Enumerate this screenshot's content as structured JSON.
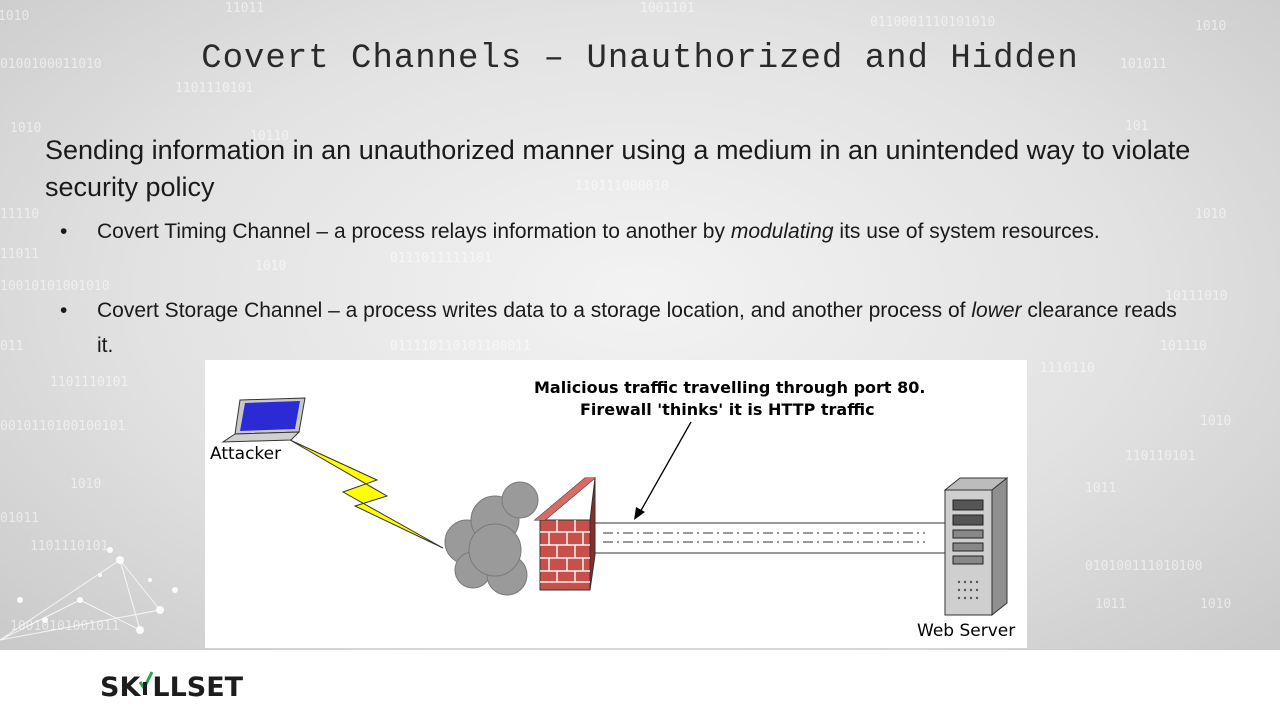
{
  "slide": {
    "title": "Covert Channels – Unauthorized and Hidden",
    "lead": "Sending information in an unauthorized manner using a medium in an unintended way to violate security policy",
    "bullets": [
      {
        "before": "Covert Timing Channel – a process relays information to another by ",
        "em": "modulating",
        "after": " its use of system resources."
      },
      {
        "before": "Covert Storage Channel – a process writes data to a storage location, and another process of ",
        "em": "lower",
        "after": " clearance reads it."
      }
    ],
    "bullet_glyph": "•"
  },
  "diagram": {
    "caption_line1": "Malicious traffic travelling through port 80.",
    "caption_line2": "Firewall 'thinks' it is HTTP traffic",
    "attacker_label": "Attacker",
    "server_label": "Web Server"
  },
  "footer": {
    "logo_part1": "SK",
    "logo_part2": "LLSET"
  },
  "colors": {
    "lightning": "#ffff00",
    "firewall_brick": "#c8504a",
    "cloud": "#9a9a9a",
    "laptop_screen": "#2b2bd6",
    "logo_check": "#2aa84a"
  }
}
